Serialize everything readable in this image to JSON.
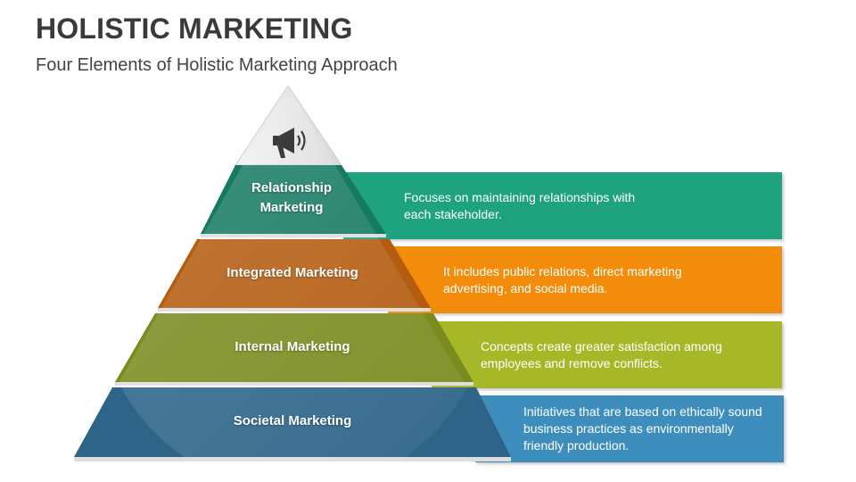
{
  "header": {
    "title": "HOLISTIC MARKETING",
    "subtitle": "Four Elements of Holistic Marketing Approach"
  },
  "pyramid": {
    "apex_icon": "megaphone-icon",
    "tiers": [
      {
        "label": "Relationship Marketing",
        "description": "Focuses on maintaining relationships with each stakeholder.",
        "color": "#1fa37f",
        "pyramid_color": "#167a62"
      },
      {
        "label": "Integrated Marketing",
        "description": "It includes public relations, direct marketing advertising, and social media.",
        "color": "#f28c0a",
        "pyramid_color": "#b45c10"
      },
      {
        "label": "Internal Marketing",
        "description": "Concepts create greater satisfaction among employees and remove conflicts.",
        "color": "#a6b827",
        "pyramid_color": "#7a8b1f"
      },
      {
        "label": "Societal Marketing",
        "description": "Initiatives that are based on ethically sound business practices as environmentally friendly production.",
        "color": "#3e8ebd",
        "pyramid_color": "#2d6488"
      }
    ]
  }
}
